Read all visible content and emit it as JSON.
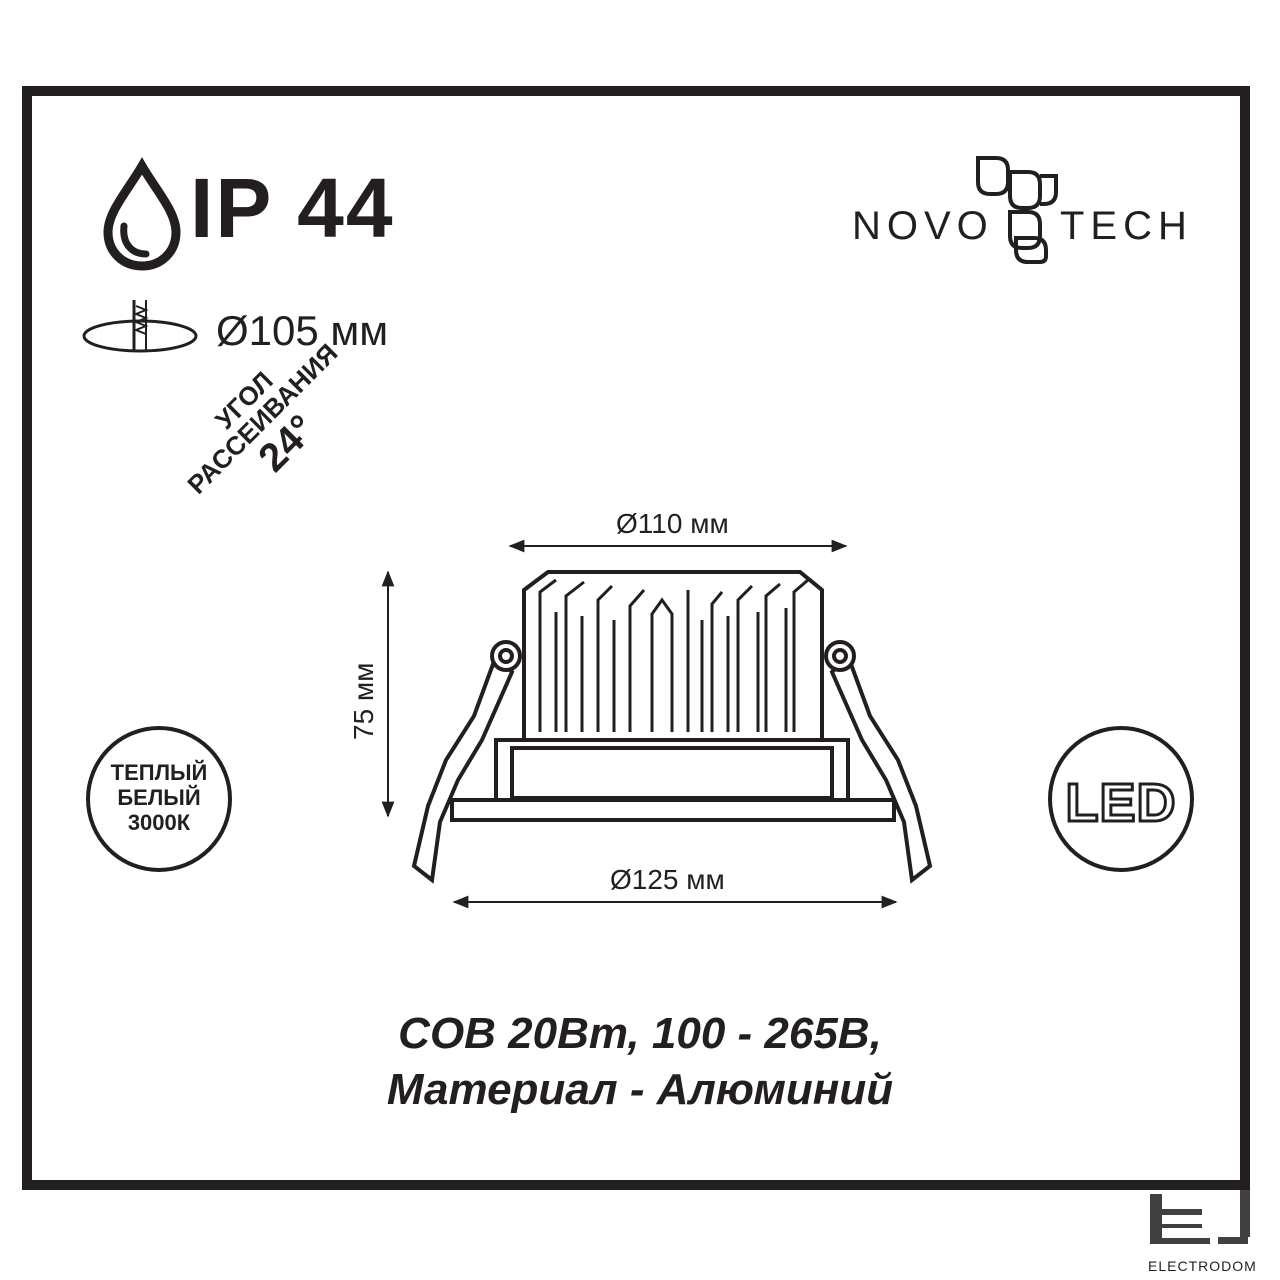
{
  "rating": {
    "text": "IP 44"
  },
  "cutout": {
    "text": "Ø105 мм"
  },
  "brand": {
    "left": "NOVO",
    "right": "TECH"
  },
  "beam_angle": {
    "line1": "УГОЛ",
    "line2": "РАССЕИВАНИЯ",
    "line3": "24°"
  },
  "color_temp": {
    "line1": "ТЕПЛЫЙ",
    "line2": "БЕЛЫЙ",
    "line3": "3000К"
  },
  "led_badge": {
    "text": "LED"
  },
  "dimensions": {
    "top": "Ø110 мм",
    "bottom": "Ø125 мм",
    "height": "75 мм"
  },
  "specs": {
    "line1": "COB 20Вт, 100 - 265В,",
    "line2": "Материал - Алюминий"
  },
  "watermark": {
    "text": "ELECTRODOM"
  },
  "colors": {
    "ink": "#231f20",
    "background": "#ffffff",
    "watermark": "#231f20"
  },
  "icons": [
    "water-drop-icon",
    "cutout-hole-icon",
    "novotech-logo-mark",
    "electrodom-logo-mark"
  ]
}
